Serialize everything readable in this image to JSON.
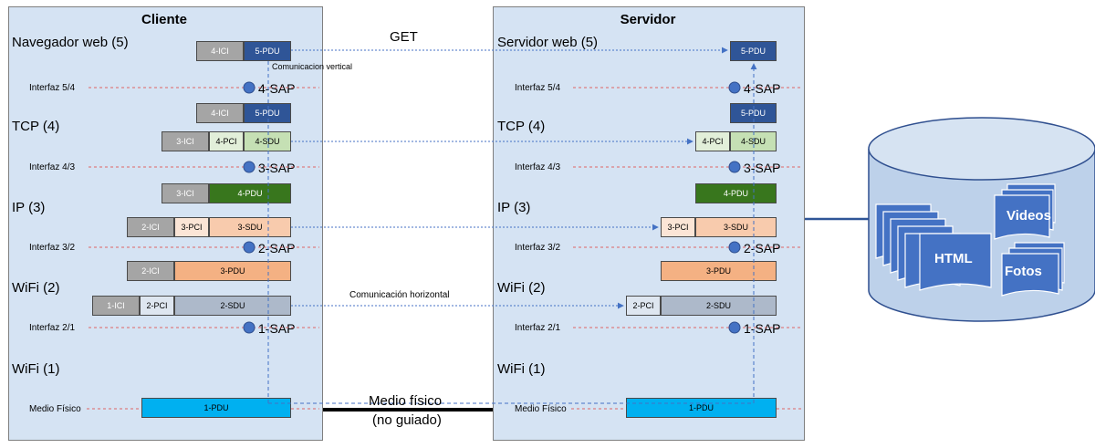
{
  "client": {
    "title": "Cliente",
    "layers": [
      "Navegador web (5)",
      "TCP (4)",
      "IP (3)",
      "WiFi (2)",
      "WiFi (1)"
    ],
    "interfaces": [
      "Interfaz 5/4",
      "Interfaz 4/3",
      "Interfaz 3/2",
      "Interfaz 2/1",
      "Medio Físico"
    ],
    "saps": [
      "4-SAP",
      "3-SAP",
      "2-SAP",
      "1-SAP"
    ],
    "boxes": {
      "ici4_top": "4-ICI",
      "pdu5_top": "5-PDU",
      "ici4_mid": "4-ICI",
      "pdu5_mid": "5-PDU",
      "ici3_a": "3-ICI",
      "pci4": "4-PCI",
      "sdu4": "4-SDU",
      "ici3_b": "3-ICI",
      "pdu4": "4-PDU",
      "ici2_a": "2-ICI",
      "pci3": "3-PCI",
      "sdu3": "3-SDU",
      "ici2_b": "2-ICI",
      "pdu3": "3-PDU",
      "ici1": "1-ICI",
      "pci2": "2-PCI",
      "sdu2": "2-SDU",
      "pdu1": "1-PDU"
    }
  },
  "server": {
    "title": "Servidor",
    "layers": [
      "Servidor web (5)",
      "TCP (4)",
      "IP (3)",
      "WiFi (2)",
      "WiFi (1)"
    ],
    "interfaces": [
      "Interfaz 5/4",
      "Interfaz 4/3",
      "Interfaz 3/2",
      "Interfaz 2/1",
      "Medio Físico"
    ],
    "saps": [
      "4-SAP",
      "3-SAP",
      "2-SAP",
      "1-SAP"
    ],
    "boxes": {
      "pdu5_top": "5-PDU",
      "pdu5_mid": "5-PDU",
      "pci4": "4-PCI",
      "sdu4": "4-SDU",
      "pdu4": "4-PDU",
      "pci3": "3-PCI",
      "sdu3": "3-SDU",
      "pdu3": "3-PDU",
      "pci2": "2-PCI",
      "sdu2": "2-SDU",
      "pdu1": "1-PDU"
    }
  },
  "labels": {
    "get": "GET",
    "vertical": "Comunicacion vertical",
    "horizontal": "Comunicación horizontal",
    "medium_line1": "Medio físico",
    "medium_line2": "(no guiado)"
  },
  "storage": {
    "html": "HTML",
    "videos": "Videos",
    "fotos": "Fotos"
  },
  "colors": {
    "panel": "#d5e3f3",
    "ici": "#a5a5a5",
    "pdu5": "#2f5597",
    "pdu4": "#38761d",
    "pdu3": "#f4b183",
    "sdu2": "#adb9ca",
    "pdu1": "#00b0f0",
    "sap": "#4472c4",
    "cylinder": "#bdd1ea",
    "docs": "#4472c4"
  }
}
